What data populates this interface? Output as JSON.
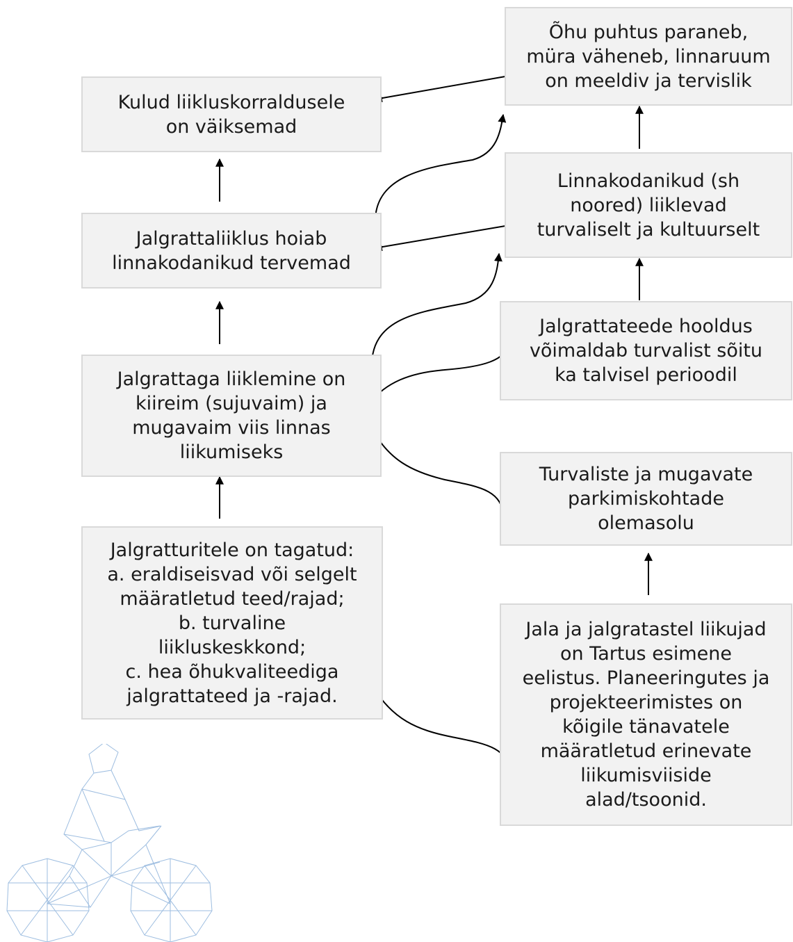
{
  "nodes": {
    "air": "Õhu puhtus paraneb,\nmüra väheneb, linnaruum\non meeldiv ja tervislik",
    "costs": "Kulud liikluskorraldusele\non väiksemad",
    "citizens": "Linnakodanikud (sh\nnoored) liiklevad\nturvaliselt ja kultuurselt",
    "health": "Jalgrattaliiklus hoiab\nlinnakodanikud tervemad",
    "maintenance": "Jalgrattateede hooldus\nvõimaldab turvalist sõitu\nka talvisel perioodil",
    "fastest": "Jalgrattaga liiklemine on\nkiireim (sujuvaim) ja\nmugavaim viis linnas\nliikumiseks",
    "parking": "Turvaliste ja mugavate\nparkimiskohtade\nolemasolu",
    "guaranteed": "Jalgratturitele on tagatud:\na. eraldiseisvad või selgelt\nmääratletud teed/rajad;\nb. turvaline\nliikluskeskkond;\nc. hea õhukvaliteediga\njalgrattateed ja -rajad.",
    "priority": "Jala ja jalgratastel liikujad\non Tartus esimene\neelistus. Planeeringutes ja\nprojekteerimistes on\nkõigile tänavatele\nmääratletud erinevate\nliikumisviiside\nalad/tsoonid."
  },
  "colors": {
    "box_fill": "#f2f2f2",
    "box_border": "#d9d9d9",
    "text": "#1a1a1a",
    "arrow": "#000000",
    "illustration": "#9dbde0"
  },
  "illustration": {
    "icon": "cyclist-low-poly-icon"
  }
}
